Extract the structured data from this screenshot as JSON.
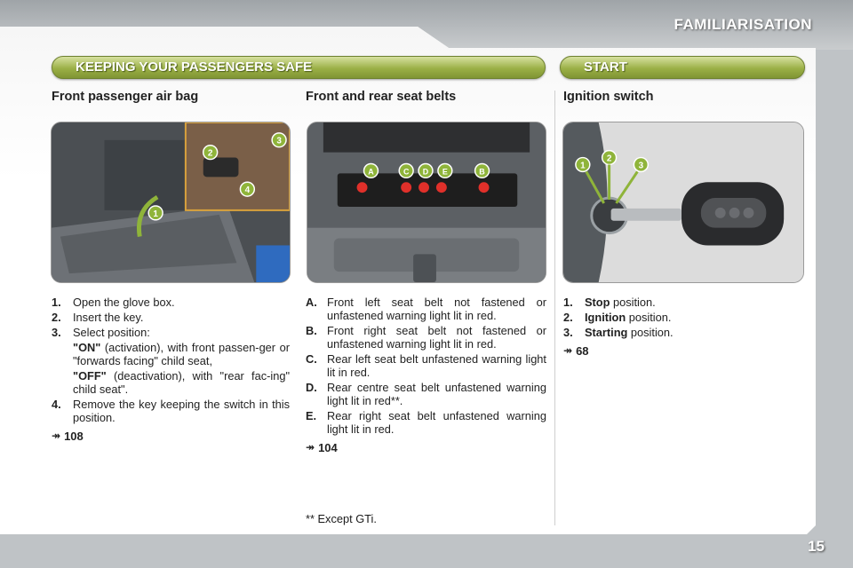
{
  "header": {
    "section": "FAMILIARISATION",
    "page_number": "15"
  },
  "banners": {
    "left": "KEEPING YOUR PASSENGERS SAFE",
    "right": "START"
  },
  "airbag": {
    "title": "Front passenger air bag",
    "steps": [
      {
        "num": "1.",
        "text": "Open the glove box."
      },
      {
        "num": "2.",
        "text": "Insert the key."
      },
      {
        "num": "3.",
        "text": "Select position:"
      },
      {
        "num": "4.",
        "text": "Remove the key keeping the switch in this position."
      }
    ],
    "on": {
      "label": "\"ON\"",
      "text": " (activation), with front passen-ger or \"forwards facing\" child seat,"
    },
    "off": {
      "label": "\"OFF\"",
      "text": " (deactivation), with \"rear fac-ing\" child seat\"."
    },
    "ref_icon": "double-arrow-icon",
    "ref": "108",
    "image_labels": [
      "1",
      "2",
      "3",
      "4"
    ]
  },
  "seatbelts": {
    "title": "Front and rear seat belts",
    "items": [
      {
        "num": "A.",
        "text": "Front left seat belt not fastened or unfastened warning light lit in red."
      },
      {
        "num": "B.",
        "text": "Front right seat belt not fastened or unfastened warning light lit in red."
      },
      {
        "num": "C.",
        "text": "Rear left seat belt unfastened warning light lit in red."
      },
      {
        "num": "D.",
        "text": "Rear centre seat belt unfastened warning light lit in red**."
      },
      {
        "num": "E.",
        "text": "Rear right seat belt unfastened warning light lit in red."
      }
    ],
    "ref": "104",
    "footnote": "** Except GTi.",
    "image_labels": [
      "A",
      "C",
      "D",
      "E",
      "B"
    ]
  },
  "ignition": {
    "title": "Ignition switch",
    "items": [
      {
        "num": "1.",
        "bold": "Stop",
        "text": " position."
      },
      {
        "num": "2.",
        "bold": "Ignition",
        "text": " position."
      },
      {
        "num": "3.",
        "bold": "Starting",
        "text": " position."
      }
    ],
    "ref": "68",
    "image_labels": [
      "1",
      "2",
      "3"
    ]
  },
  "colors": {
    "banner_green": "#9bb046",
    "warning_red": "#e0302a",
    "label_green": "#8fb43a"
  }
}
